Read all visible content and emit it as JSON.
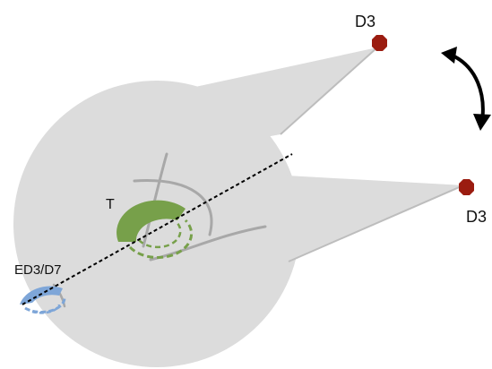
{
  "labels": {
    "top_d3": "D3",
    "right_d3": "D3",
    "t": "T",
    "ed3_d7": "ED3/D7"
  },
  "colors": {
    "background": "#ffffff",
    "region_fill": "#dcdcdc",
    "curve_stroke": "#a8a8a8",
    "green_arc": "#77a04a",
    "blue_arc": "#7ea6d8",
    "marker_fill": "#9b1c10",
    "dashed_line": "#000000",
    "arrow": "#000000"
  },
  "icons": {
    "top_marker": "dark-red-octagon",
    "right_marker": "dark-red-octagon",
    "rotation_arrow": "curved-double-arrow"
  }
}
